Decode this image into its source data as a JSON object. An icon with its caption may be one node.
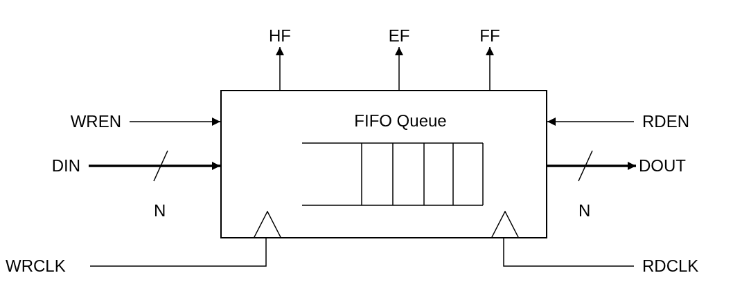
{
  "diagram": {
    "nodes": [
      {
        "text": [
          "FIFO Queue"
        ]
      },
      {
        "text": [
          "HF"
        ]
      },
      {
        "text": [
          "EF"
        ]
      },
      {
        "text": [
          "FF"
        ]
      },
      {
        "text": [
          "WREN"
        ]
      },
      {
        "text": [
          "RDEN"
        ]
      },
      {
        "text": [
          "DIN"
        ]
      },
      {
        "text": [
          "DOUT"
        ]
      },
      {
        "text": [
          "WRCLK"
        ]
      },
      {
        "text": [
          "RDCLK"
        ]
      }
    ],
    "edges": [
      {
        "from": 0,
        "to": 1,
        "arrow": "to"
      },
      {
        "from": 0,
        "to": 2,
        "arrow": "to"
      },
      {
        "from": 0,
        "to": 3,
        "arrow": "to"
      },
      {
        "from": 4,
        "to": 0,
        "arrow": "to"
      },
      {
        "from": 5,
        "to": 0,
        "arrow": "to"
      },
      {
        "from": 6,
        "to": 0,
        "arrow": "to",
        "style": "thick"
      },
      {
        "from": 0,
        "to": 7,
        "arrow": "to",
        "style": "thick"
      },
      {
        "from": 8,
        "to": 0,
        "arrow": "none"
      },
      {
        "from": 9,
        "to": 0,
        "arrow": "none"
      }
    ],
    "labels": [
      "N",
      "N"
    ]
  }
}
